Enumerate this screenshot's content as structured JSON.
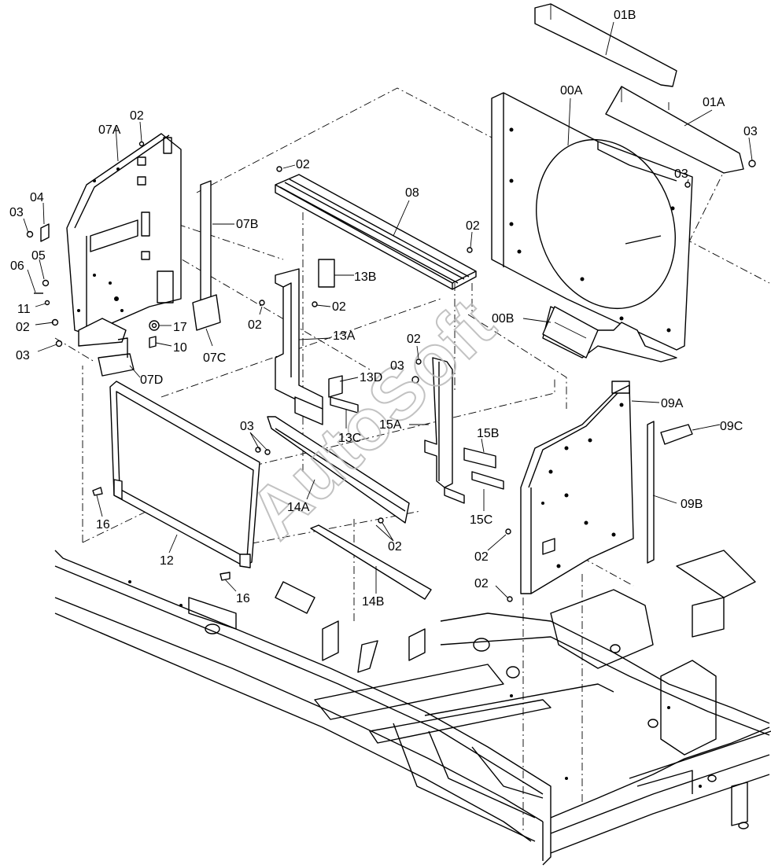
{
  "watermark": "AutoSoft",
  "callouts": {
    "c01B": "01B",
    "c01A": "01A",
    "c00A": "00A",
    "c03_tr1": "03",
    "c03_tr2": "03",
    "c00B": "00B",
    "c02_mid_r": "02",
    "c08": "08",
    "c02_top8": "02",
    "c13B": "13B",
    "c02_13a": "02",
    "c02_13b": "02",
    "c13A": "13A",
    "c02_15": "02",
    "c03_15": "03",
    "c13D": "13D",
    "c13C": "13C",
    "c15A": "15A",
    "c15B": "15B",
    "c15C": "15C",
    "c03_14": "03",
    "c14A": "14A",
    "c02_14": "02",
    "c14B": "14B",
    "c07A": "07A",
    "c02_07": "02",
    "c07B": "07B",
    "c04": "04",
    "c03_l": "03",
    "c05": "05",
    "c06": "06",
    "c11": "11",
    "c02_l": "02",
    "c03_l2": "03",
    "c17": "17",
    "c10": "10",
    "c07C": "07C",
    "c07D": "07D",
    "c16_a": "16",
    "c12": "12",
    "c16_b": "16",
    "c09A": "09A",
    "c09C": "09C",
    "c09B": "09B",
    "c02_09a": "02",
    "c02_09b": "02"
  }
}
